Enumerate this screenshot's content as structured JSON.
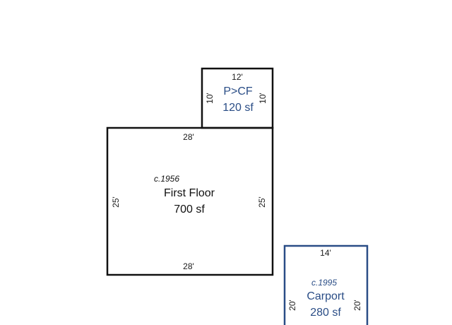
{
  "colors": {
    "outline_main": "#111111",
    "outline_alt": "#2a4d86",
    "text_main": "#111111",
    "text_alt": "#2a4d86"
  },
  "first_floor": {
    "year": "c.1956",
    "name": "First Floor",
    "area": "700 sf",
    "dim_top": "28'",
    "dim_bottom": "28'",
    "dim_left": "25'",
    "dim_right": "25'"
  },
  "porch": {
    "name": "P>CF",
    "area": "120 sf",
    "dim_top": "12'",
    "dim_left": "10'",
    "dim_right": "10'"
  },
  "carport": {
    "year": "c.1995",
    "name": "Carport",
    "area": "280 sf",
    "dim_top": "14'",
    "dim_left": "20'",
    "dim_right": "20'"
  }
}
